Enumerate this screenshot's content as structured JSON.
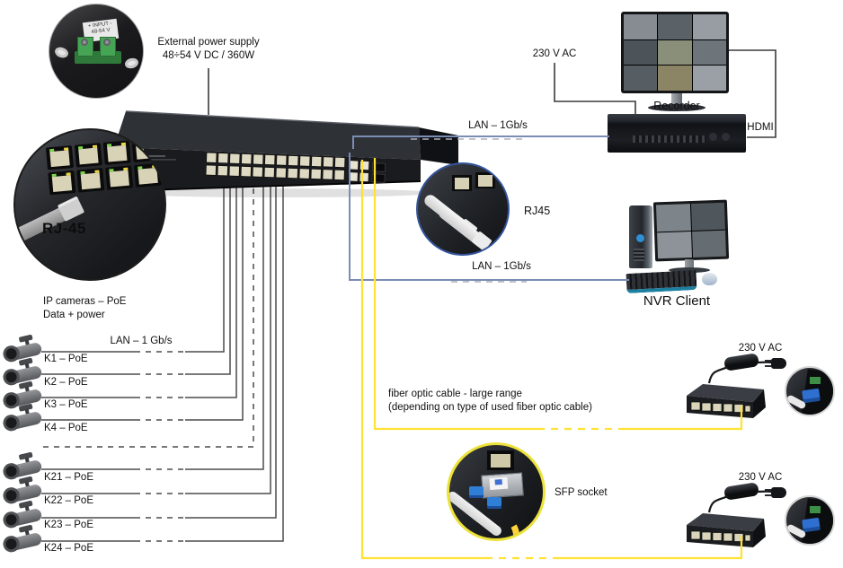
{
  "colors": {
    "lan_line": "#7b8cb5",
    "fiber_line": "#ffe233",
    "power_line": "#3a3a3a",
    "camera_line": "#4c4c4c",
    "rj45_inset_border": "#34549c",
    "sfp_inset_border": "#ece23a"
  },
  "power_supply": {
    "caption_line1": "External power supply",
    "caption_line2": "48÷54 V DC / 360W",
    "terminal_label_line1": "+ INPUT -",
    "terminal_label_line2": "48-54 V"
  },
  "connectors": {
    "rj45_closeup_label": "RJ-45",
    "rj45_uplink_label": "RJ45",
    "sfp_label": "SFP socket"
  },
  "links": {
    "lan_to_recorder": "LAN – 1Gb/s",
    "lan_to_client": "LAN – 1Gb/s",
    "lan_cameras": "LAN – 1 Gb/s",
    "hdmi": "HDMI",
    "fiber_note_line1": "fiber optic cable - large range",
    "fiber_note_line2": "(depending on type of used fiber optic cable)"
  },
  "recorder": {
    "power": "230 V AC",
    "title": "Recorder"
  },
  "nvr_client": {
    "title": "NVR Client"
  },
  "cameras": {
    "heading_line1": "IP cameras – PoE",
    "heading_line2": "Data + power",
    "items": [
      {
        "label": "K1 – PoE"
      },
      {
        "label": "K2 – PoE"
      },
      {
        "label": "K3 – PoE"
      },
      {
        "label": "K4 – PoE"
      },
      {
        "label": "K21 – PoE"
      },
      {
        "label": "K22 – PoE"
      },
      {
        "label": "K23 – PoE"
      },
      {
        "label": "K24 – PoE"
      }
    ]
  },
  "remote_switches": [
    {
      "power": "230 V AC"
    },
    {
      "power": "230 V AC"
    }
  ]
}
